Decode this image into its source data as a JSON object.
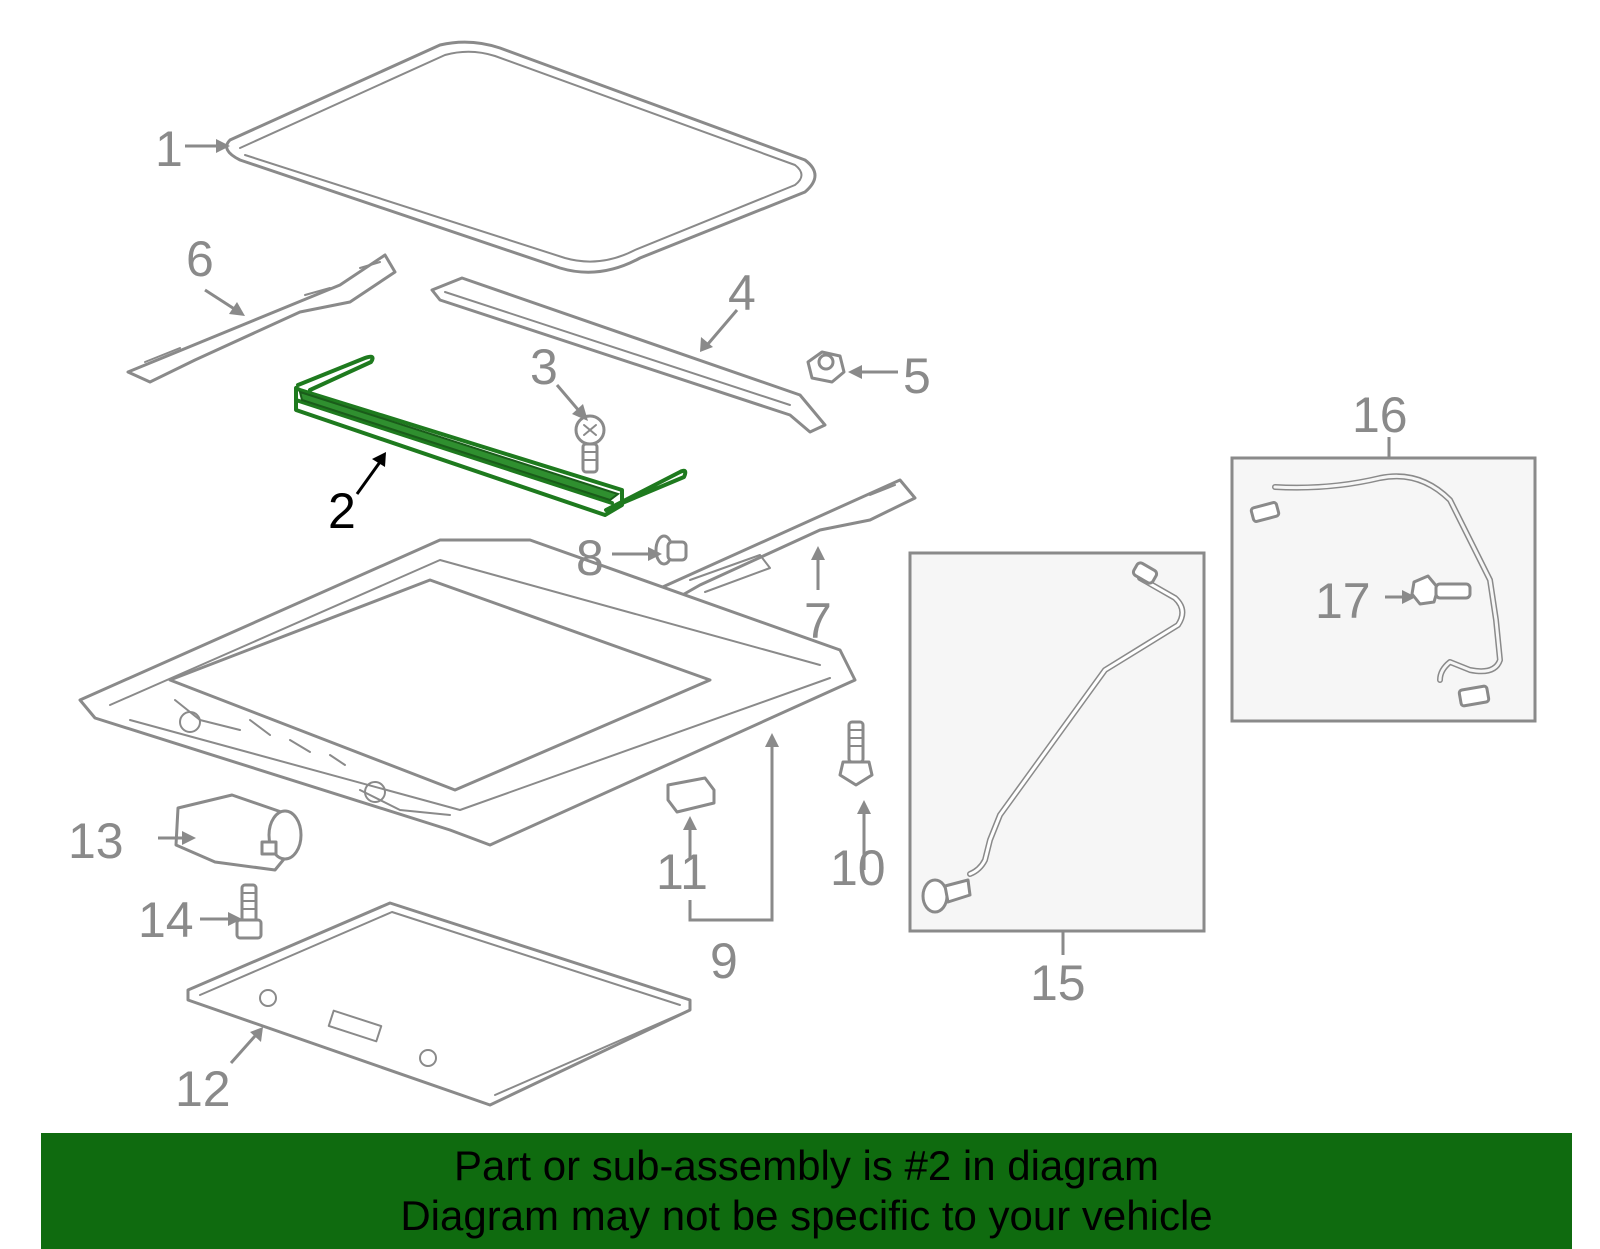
{
  "callouts": {
    "c1": "1",
    "c2": "2",
    "c3": "3",
    "c4": "4",
    "c5": "5",
    "c6": "6",
    "c7": "7",
    "c8": "8",
    "c9": "9",
    "c10": "10",
    "c11": "11",
    "c12": "12",
    "c13": "13",
    "c14": "14",
    "c15": "15",
    "c16": "16",
    "c17": "17"
  },
  "highlighted_part": "2",
  "banner": {
    "line1": "Part or sub-assembly is #2 in diagram",
    "line2": "Diagram may not be specific to your vehicle"
  },
  "colors": {
    "highlight": "#1e7a1e",
    "banner_background": "#0f6b0f",
    "line_gray": "#8a8a8a"
  }
}
